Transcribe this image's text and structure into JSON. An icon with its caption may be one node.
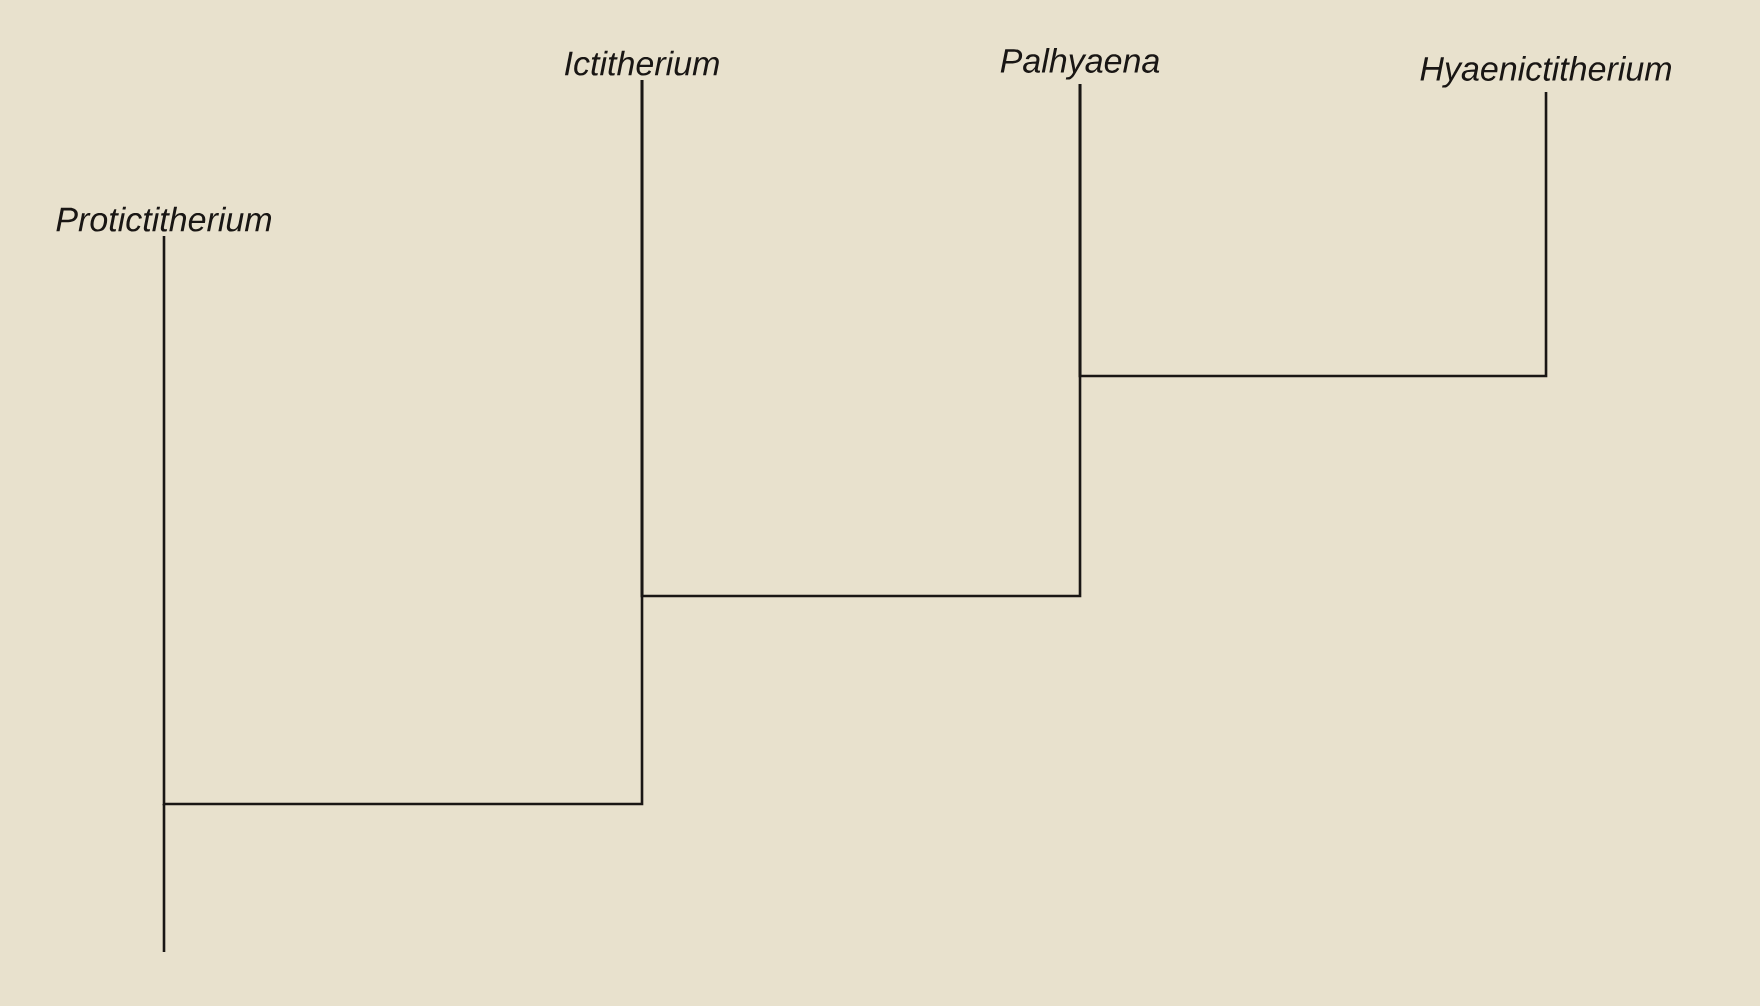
{
  "diagram": {
    "nodes": [
      {
        "text": [
          "Protictitherium"
        ]
      },
      {
        "text": [
          "Ictitherium"
        ]
      },
      {
        "text": [
          "Palhyaena"
        ]
      },
      {
        "text": [
          "Hyaenictitherium"
        ]
      }
    ],
    "edges": [
      {
        "from": 0,
        "to": 1,
        "arrow": "none"
      },
      {
        "from": 1,
        "to": 2,
        "arrow": "none"
      },
      {
        "from": 2,
        "to": 3,
        "arrow": "none"
      }
    ]
  }
}
